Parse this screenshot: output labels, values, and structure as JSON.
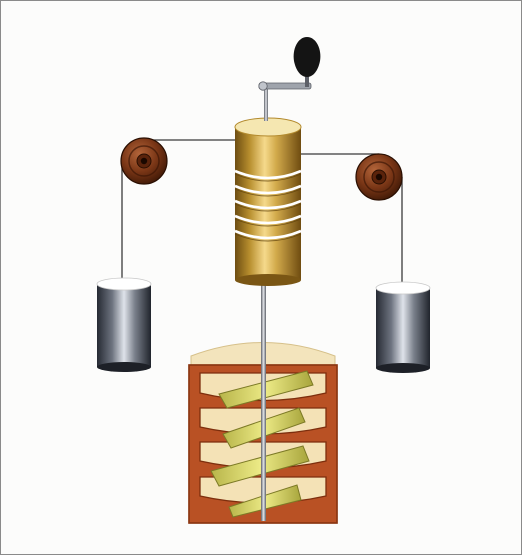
{
  "diagram": {
    "components": {
      "crank_handle": "crank-handle",
      "winding_drum": "winding-drum",
      "left_pulley": "left-pulley",
      "right_pulley": "right-pulley",
      "left_weight": "left-weight",
      "right_weight": "right-weight",
      "vertical_shaft": "vertical-shaft",
      "water_vessel": "water-vessel",
      "paddle_wheel": "paddle-wheel"
    },
    "colors": {
      "pulley": "#6b2f12",
      "drum": "#c9a24a",
      "cord": "#444444",
      "weight": "#5c5f68",
      "vessel_frame": "#c95a2c",
      "vessel_inner": "#f1ddb0",
      "paddle": "#d9d65a",
      "shaft": "#9a9ea6"
    }
  }
}
